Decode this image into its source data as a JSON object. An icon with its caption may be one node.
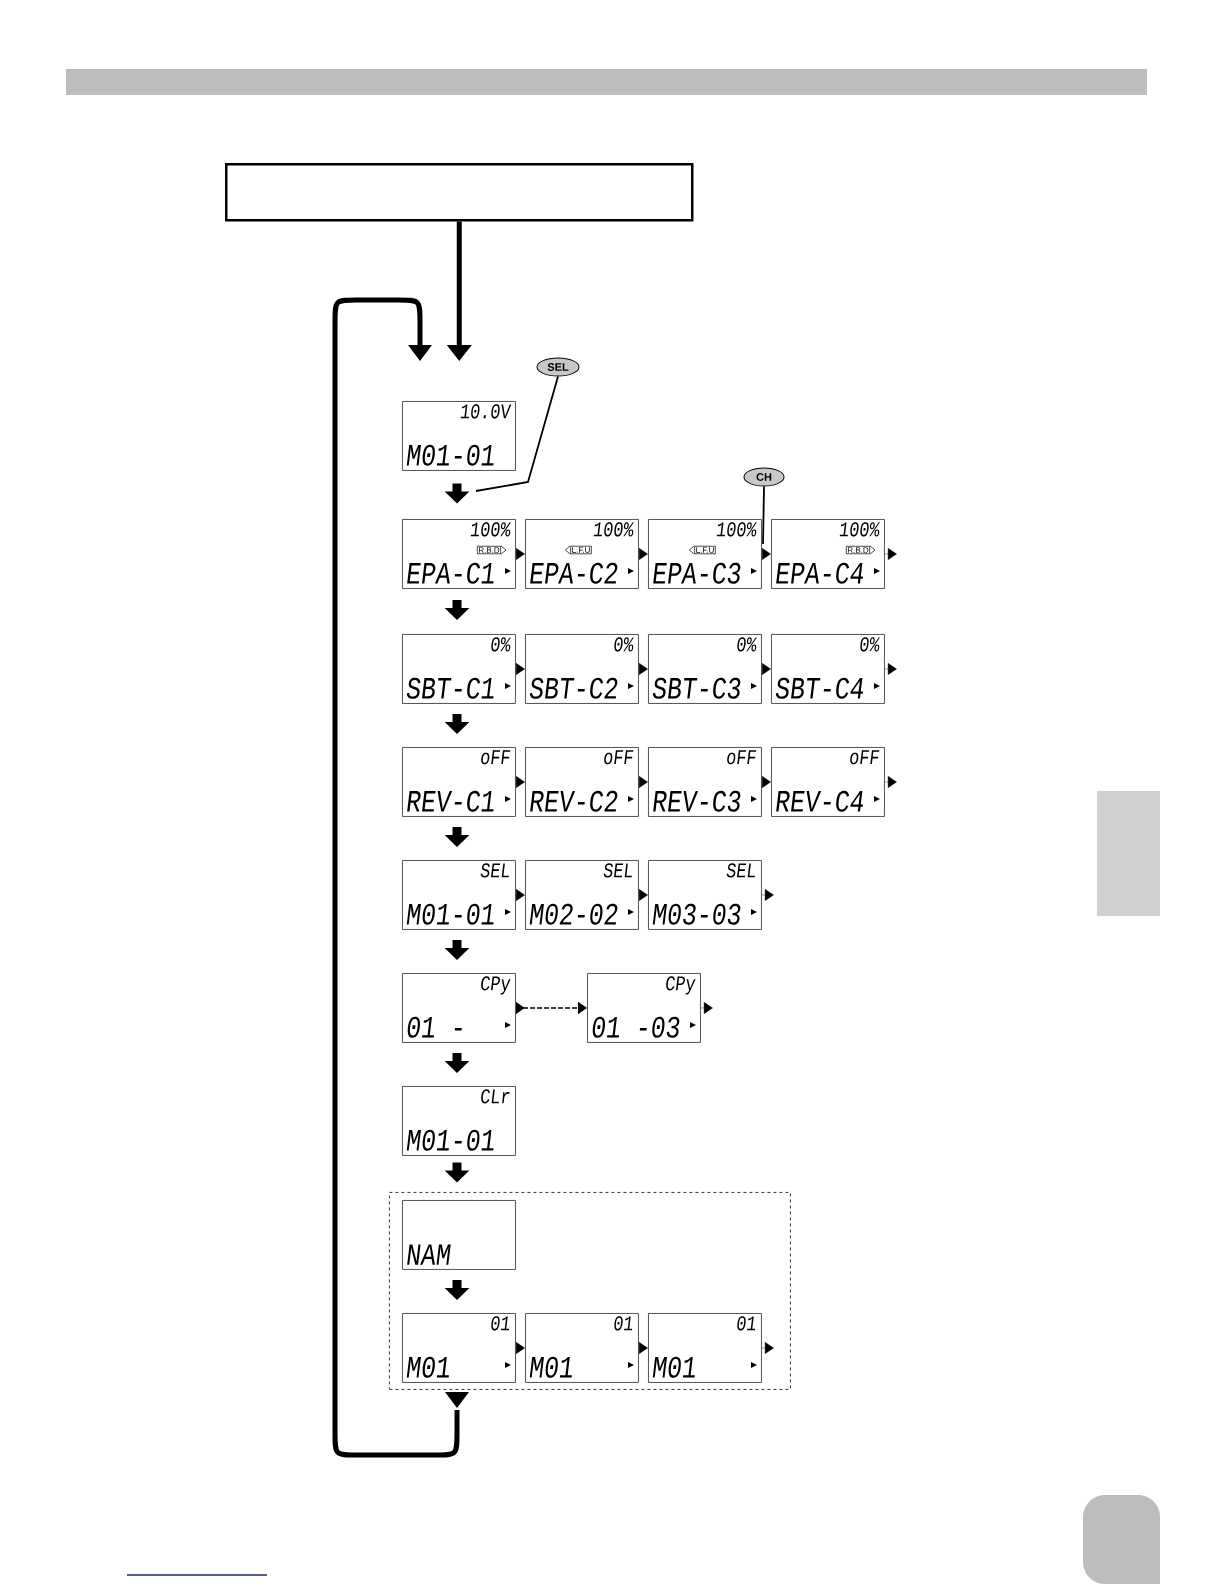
{
  "diagram": {
    "nodes": [
      {
        "text": [],
        "shape": "box"
      },
      {
        "text": [
          "SEL"
        ]
      },
      {
        "text": [
          "10.0V",
          "M01-01"
        ]
      },
      {
        "text": [
          "CH"
        ]
      },
      {
        "text": [
          "100%",
          "R.B.D",
          "EPA-C1"
        ]
      },
      {
        "text": [
          "100%",
          "L.F.U",
          "EPA-C2"
        ]
      },
      {
        "text": [
          "100%",
          "L.F.U",
          "EPA-C3"
        ]
      },
      {
        "text": [
          "100%",
          "R.B.D",
          "EPA-C4"
        ]
      },
      {
        "text": [
          "0%",
          "SBT-C1"
        ]
      },
      {
        "text": [
          "0%",
          "SBT-C2"
        ]
      },
      {
        "text": [
          "0%",
          "SBT-C3"
        ]
      },
      {
        "text": [
          "0%",
          "SBT-C4"
        ]
      },
      {
        "text": [
          "oFF",
          "REV-C1"
        ]
      },
      {
        "text": [
          "oFF",
          "REV-C2"
        ]
      },
      {
        "text": [
          "oFF",
          "REV-C3"
        ]
      },
      {
        "text": [
          "oFF",
          "REV-C4"
        ]
      },
      {
        "text": [
          "SEL",
          "M01-01"
        ]
      },
      {
        "text": [
          "SEL",
          "M02-02"
        ]
      },
      {
        "text": [
          "SEL",
          "M03-03"
        ]
      },
      {
        "text": [
          "CPy",
          "01 -"
        ]
      },
      {
        "text": [
          "CPy",
          "01 -03"
        ]
      },
      {
        "text": [
          "CLr",
          "M01-01"
        ]
      },
      {
        "text": [],
        "shape": "box"
      },
      {
        "text": [
          "NAM"
        ],
        "in": 22
      },
      {
        "text": [
          "01",
          "M01"
        ],
        "in": 22
      },
      {
        "text": [
          "01",
          "M01"
        ],
        "in": 22
      },
      {
        "text": [
          "01",
          "M01"
        ],
        "in": 22
      }
    ],
    "edges": [
      {
        "from": 0,
        "to": 2,
        "arrow": "to"
      },
      {
        "from": 22,
        "to": 2,
        "arrow": "to"
      },
      {
        "from": 1,
        "to": null,
        "arrow": "none"
      },
      {
        "from": 3,
        "to": 6,
        "arrow": "none"
      },
      {
        "from": 2,
        "to": 4,
        "arrow": "to",
        "style": "thick"
      },
      {
        "from": 4,
        "to": 5,
        "arrow": "to"
      },
      {
        "from": 5,
        "to": 6,
        "arrow": "to"
      },
      {
        "from": 6,
        "to": 7,
        "arrow": "to"
      },
      {
        "from": 7,
        "to": null,
        "arrow": "to"
      },
      {
        "from": 4,
        "to": 8,
        "arrow": "to",
        "style": "thick"
      },
      {
        "from": 8,
        "to": 9,
        "arrow": "to"
      },
      {
        "from": 9,
        "to": 10,
        "arrow": "to"
      },
      {
        "from": 10,
        "to": 11,
        "arrow": "to"
      },
      {
        "from": 11,
        "to": null,
        "arrow": "to"
      },
      {
        "from": 8,
        "to": 12,
        "arrow": "to",
        "style": "thick"
      },
      {
        "from": 12,
        "to": 13,
        "arrow": "to"
      },
      {
        "from": 13,
        "to": 14,
        "arrow": "to"
      },
      {
        "from": 14,
        "to": 15,
        "arrow": "to"
      },
      {
        "from": 15,
        "to": null,
        "arrow": "to"
      },
      {
        "from": 12,
        "to": 16,
        "arrow": "to",
        "style": "thick"
      },
      {
        "from": 16,
        "to": 17,
        "arrow": "to"
      },
      {
        "from": 17,
        "to": 18,
        "arrow": "to"
      },
      {
        "from": 18,
        "to": null,
        "arrow": "to"
      },
      {
        "from": 16,
        "to": 19,
        "arrow": "to",
        "style": "thick"
      },
      {
        "from": 19,
        "to": 20,
        "arrow": "to",
        "style": "dashed"
      },
      {
        "from": 20,
        "to": null,
        "arrow": "to"
      },
      {
        "from": 19,
        "to": 21,
        "arrow": "to",
        "style": "thick"
      },
      {
        "from": 21,
        "to": 22,
        "arrow": "to",
        "style": "thick"
      },
      {
        "from": 23,
        "to": 24,
        "arrow": "to",
        "style": "thick"
      },
      {
        "from": 24,
        "to": 25,
        "arrow": "to"
      },
      {
        "from": 25,
        "to": 26,
        "arrow": "to"
      },
      {
        "from": 26,
        "to": null,
        "arrow": "to"
      }
    ]
  }
}
